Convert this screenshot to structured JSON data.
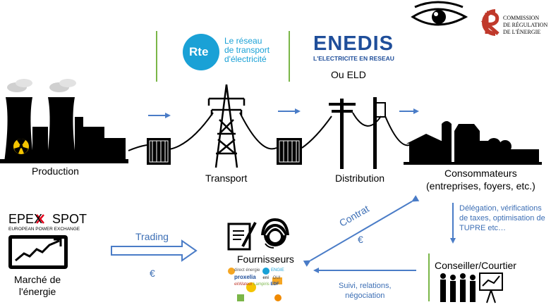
{
  "colors": {
    "arrow": "#4a7cc7",
    "text_blue": "#3d6fb5",
    "green": "#7ab648",
    "rte_teal": "#1aa1d6",
    "enedis_blue": "#1f4e9a",
    "enedis_green": "#8cc63f",
    "cre_red": "#c0392b",
    "epex_red": "#e2001a",
    "black": "#000000"
  },
  "cre": {
    "line1": "COMMISSION",
    "line2": "DE RÉGULATION",
    "line3": "DE L'ÉNERGIE"
  },
  "rte": {
    "logo": "Rte",
    "line1": "Le réseau",
    "line2": "de transport",
    "line3": "d'électricité"
  },
  "enedis": {
    "logo": "ENEDIS",
    "tagline": "L'ELECTRICITE EN RESEAU",
    "alt": "Ou ELD"
  },
  "stages": {
    "production": "Production",
    "transport": "Transport",
    "distribution": "Distribution",
    "consommateurs": "Consommateurs",
    "consommateurs_sub": "(entreprises, foyers, etc.)"
  },
  "epex": {
    "logo_a": "EPEX",
    "logo_b": "SPOT",
    "sub": "EUROPEAN POWER EXCHANGE"
  },
  "market": {
    "line1": "Marché de",
    "line2": "l'énergie"
  },
  "trading": {
    "label": "Trading",
    "currency": "€"
  },
  "fournisseurs": {
    "label": "Fournisseurs"
  },
  "contrat": {
    "label": "Contrat",
    "currency": "€"
  },
  "delegation": {
    "line1": "Délégation, vérifications",
    "line2": "de taxes, optimisation de",
    "line3": "TUPRE etc…"
  },
  "conseiller": {
    "label": "Conseiller/Courtier"
  },
  "suivi": {
    "line1": "Suivi, relations,",
    "line2": "négociation"
  },
  "supplier_logos": [
    "direct énergie",
    "ENGIE",
    "proxelia",
    "eni",
    "OUI",
    "ekWateur",
    "Lampiris",
    "EDF"
  ]
}
